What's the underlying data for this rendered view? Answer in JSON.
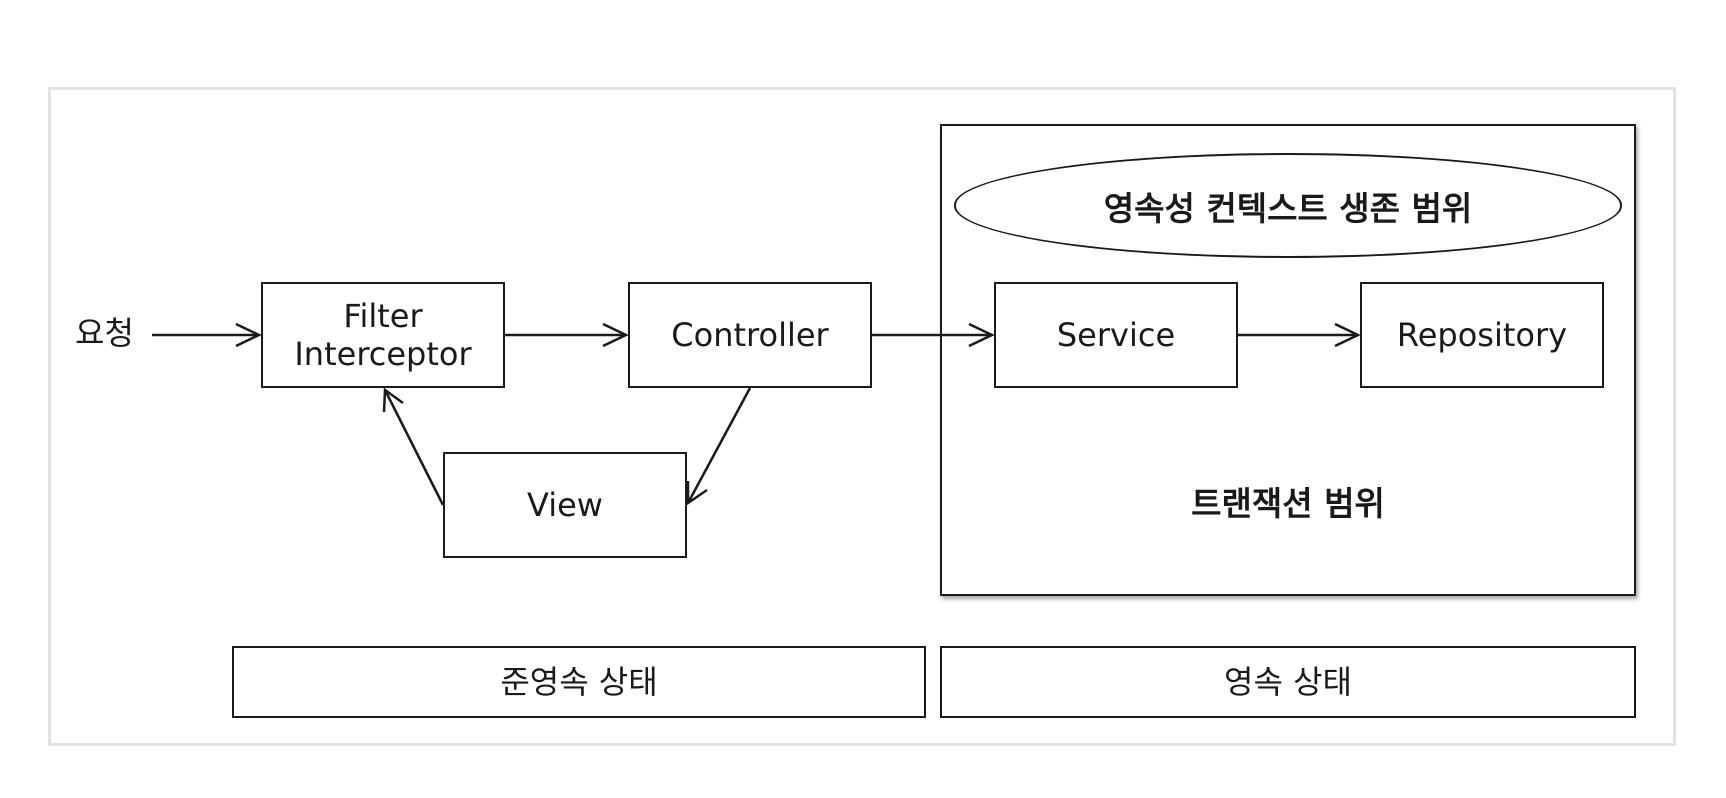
{
  "request_label": "요청",
  "nodes": {
    "filter_line1": "Filter",
    "filter_line2": "Interceptor",
    "controller": "Controller",
    "view": "View",
    "service": "Service",
    "repository": "Repository"
  },
  "persistence_context_scope": "영속성 컨텍스트 생존 범위",
  "transaction_scope": "트랜잭션 범위",
  "states": {
    "detached": "준영속 상태",
    "persistent": "영속 상태"
  }
}
